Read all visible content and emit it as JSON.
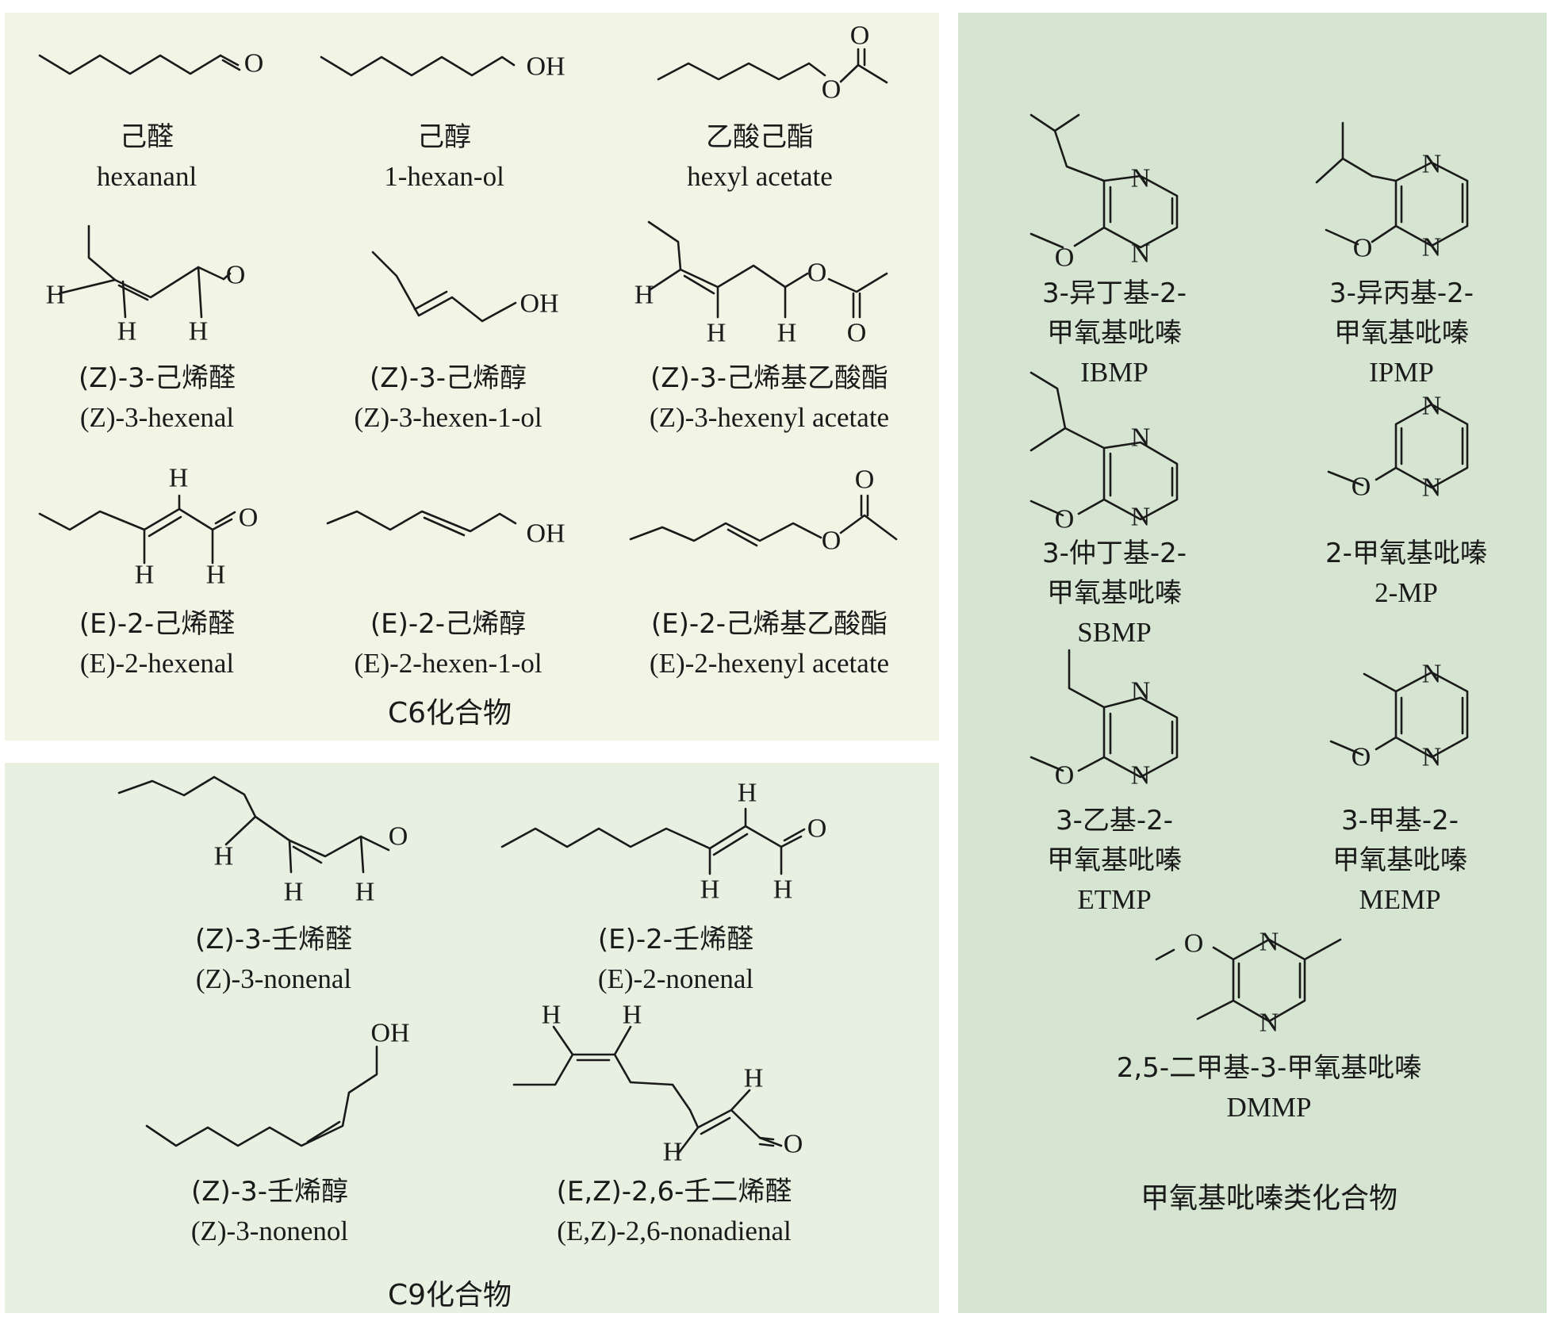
{
  "groups": {
    "c6": "C6化合物",
    "c9": "C9化合物",
    "mp": "甲氧基吡嗪类化合物"
  },
  "atoms": {
    "O": "O",
    "OH": "OH",
    "H": "H",
    "N": "N"
  },
  "compounds": {
    "hexanal": {
      "cn": "己醛",
      "en": "hexananl"
    },
    "hexanol": {
      "cn": "己醇",
      "en": "1-hexan-ol"
    },
    "hexyl_acetate": {
      "cn": "乙酸己酯",
      "en": "hexyl acetate"
    },
    "z3_hexenal": {
      "cn": "(Z)-3-己烯醛",
      "en": "(Z)-3-hexenal"
    },
    "z3_hexenol": {
      "cn": "(Z)-3-己烯醇",
      "en": "(Z)-3-hexen-1-ol"
    },
    "z3_hexenyl_acetate": {
      "cn": "(Z)-3-己烯基乙酸酯",
      "en": "(Z)-3-hexenyl acetate"
    },
    "e2_hexenal": {
      "cn": "(E)-2-己烯醛",
      "en": "(E)-2-hexenal"
    },
    "e2_hexenol": {
      "cn": "(E)-2-己烯醇",
      "en": "(E)-2-hexen-1-ol"
    },
    "e2_hexenyl_acetate": {
      "cn": "(E)-2-己烯基乙酸酯",
      "en": "(E)-2-hexenyl acetate"
    },
    "z3_nonenal": {
      "cn": "(Z)-3-壬烯醛",
      "en": "(Z)-3-nonenal"
    },
    "e2_nonenal": {
      "cn": "(E)-2-壬烯醛",
      "en": "(E)-2-nonenal"
    },
    "z3_nonenol": {
      "cn": "(Z)-3-壬烯醇",
      "en": "(Z)-3-nonenol"
    },
    "ez26_nonadienal": {
      "cn": "(E,Z)-2,6-壬二烯醛",
      "en": "(E,Z)-2,6-nonadienal"
    },
    "ibmp": {
      "cn1": "3-异丁基-2-",
      "cn2": "甲氧基吡嗪",
      "abbr": "IBMP"
    },
    "ipmp": {
      "cn1": "3-异丙基-2-",
      "cn2": "甲氧基吡嗪",
      "abbr": "IPMP"
    },
    "sbmp": {
      "cn1": "3-仲丁基-2-",
      "cn2": "甲氧基吡嗪",
      "abbr": "SBMP"
    },
    "mp2": {
      "cn1": "2-甲氧基吡嗪",
      "abbr": "2-MP"
    },
    "etmp": {
      "cn1": "3-乙基-2-",
      "cn2": "甲氧基吡嗪",
      "abbr": "ETMP"
    },
    "memp": {
      "cn1": "3-甲基-2-",
      "cn2": "甲氧基吡嗪",
      "abbr": "MEMP"
    },
    "dmmp": {
      "cn1": "2,5-二甲基-3-甲氧基吡嗪",
      "abbr": "DMMP"
    }
  },
  "colors": {
    "c6_panel": "#f2f4e6",
    "c9_panel": "#e7f0e1",
    "mp_panel": "#d5e5d1",
    "ink": "#1a1a1a"
  }
}
